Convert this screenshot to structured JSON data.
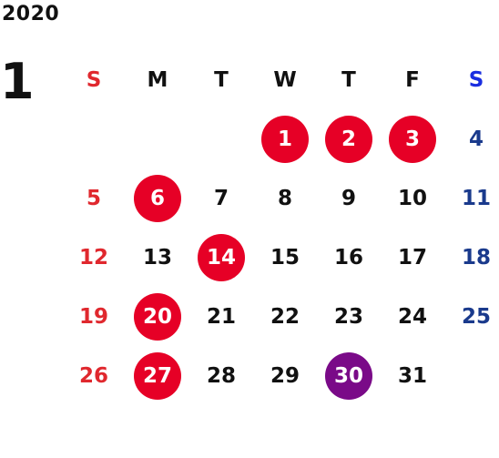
{
  "calendar": {
    "year": "2020",
    "month": "1",
    "weekday_headers": [
      "S",
      "M",
      "T",
      "W",
      "T",
      "F",
      "S"
    ],
    "leading_blank_days": 3,
    "days": [
      {
        "label": "1",
        "style": "holiday"
      },
      {
        "label": "2",
        "style": "holiday"
      },
      {
        "label": "3",
        "style": "holiday"
      },
      {
        "label": "4",
        "style": "sat"
      },
      {
        "label": "5",
        "style": "sun"
      },
      {
        "label": "6",
        "style": "holiday"
      },
      {
        "label": "7",
        "style": "normal"
      },
      {
        "label": "8",
        "style": "normal"
      },
      {
        "label": "9",
        "style": "normal"
      },
      {
        "label": "10",
        "style": "normal"
      },
      {
        "label": "11",
        "style": "sat"
      },
      {
        "label": "12",
        "style": "sun"
      },
      {
        "label": "13",
        "style": "normal"
      },
      {
        "label": "14",
        "style": "holiday"
      },
      {
        "label": "15",
        "style": "normal"
      },
      {
        "label": "16",
        "style": "normal"
      },
      {
        "label": "17",
        "style": "normal"
      },
      {
        "label": "18",
        "style": "sat"
      },
      {
        "label": "19",
        "style": "sun"
      },
      {
        "label": "20",
        "style": "holiday"
      },
      {
        "label": "21",
        "style": "normal"
      },
      {
        "label": "22",
        "style": "normal"
      },
      {
        "label": "23",
        "style": "normal"
      },
      {
        "label": "24",
        "style": "normal"
      },
      {
        "label": "25",
        "style": "sat"
      },
      {
        "label": "26",
        "style": "sun"
      },
      {
        "label": "27",
        "style": "holiday"
      },
      {
        "label": "28",
        "style": "normal"
      },
      {
        "label": "29",
        "style": "normal"
      },
      {
        "label": "30",
        "style": "special"
      },
      {
        "label": "31",
        "style": "normal"
      }
    ]
  },
  "colors": {
    "sunday_text": "#e0282e",
    "saturday_text": "#1a3a8c",
    "saturday_header": "#1a2ee0",
    "holiday_circle": "#e60026",
    "special_circle": "#7a0a88"
  }
}
